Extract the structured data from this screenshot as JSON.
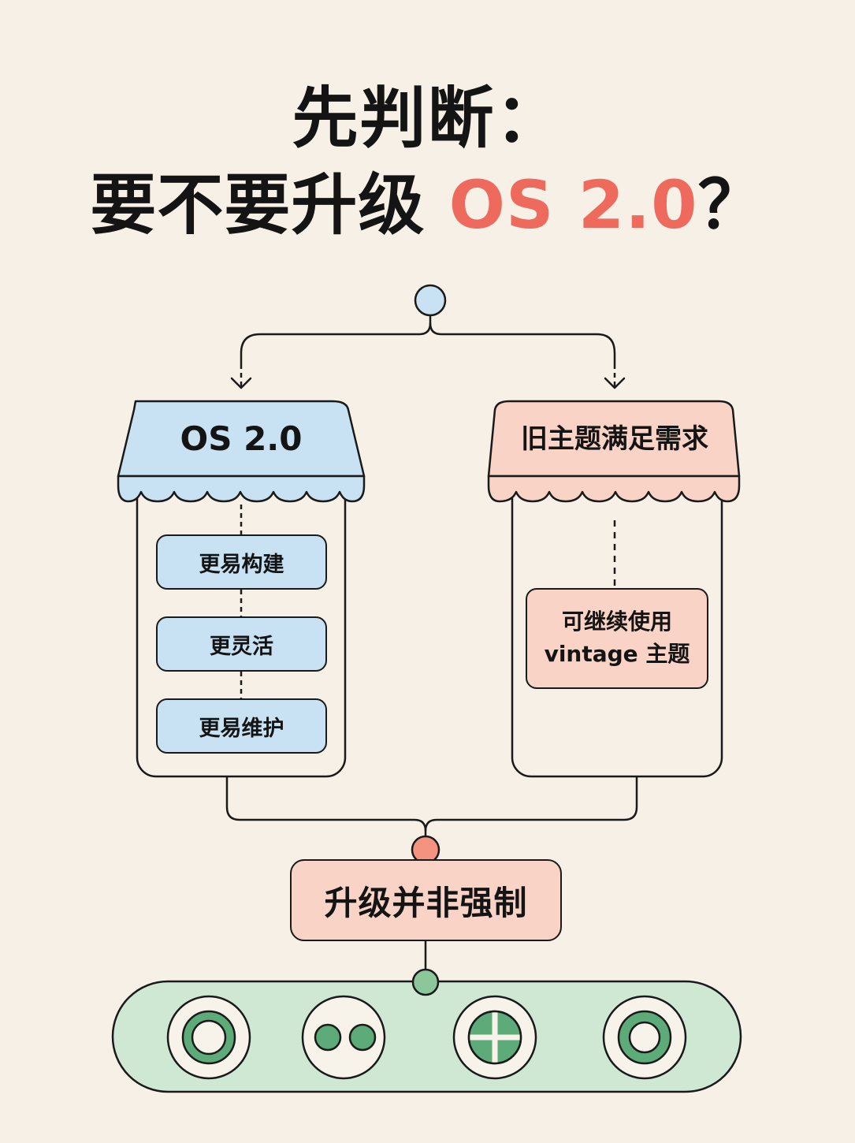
{
  "title": {
    "line1": "先判断：",
    "line2_prefix": "要不要升级 ",
    "line2_accent": "OS 2.0",
    "line2_suffix": "？"
  },
  "left_branch": {
    "heading": "OS 2.0",
    "items": [
      "更易构建",
      "更灵活",
      "更易维护"
    ]
  },
  "right_branch": {
    "heading": "旧主题满足需求",
    "note_line1": "可继续使用",
    "note_line2": "vintage 主题"
  },
  "verdict": "升级并非强制",
  "icons": [
    "ring-icon",
    "two-dots-icon",
    "quad-grid-icon",
    "ring-icon"
  ],
  "colors": {
    "accent": "#ee6a5c",
    "blue": "#c8e2f3",
    "peach": "#f9d3c6",
    "green": "#cfe8d3",
    "green_dark": "#5dab78",
    "node_blue": "#c8e2f3",
    "node_red": "#f4937f",
    "node_green": "#8cc79c"
  }
}
